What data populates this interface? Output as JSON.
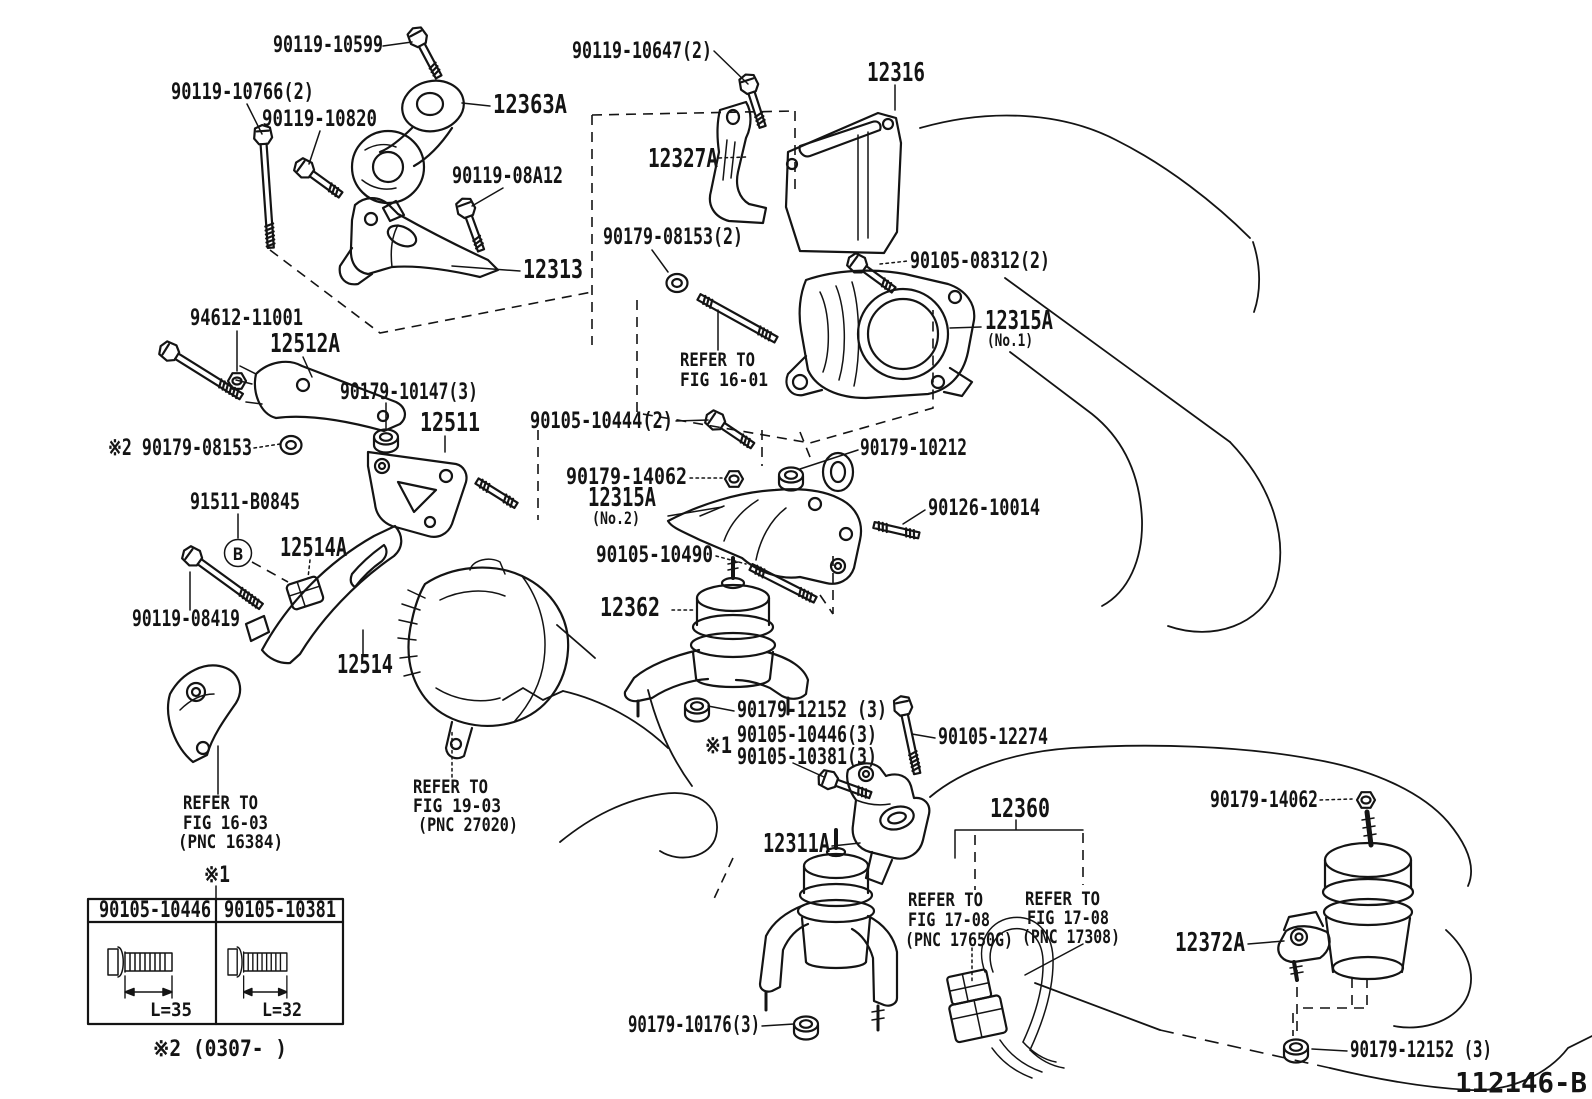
{
  "diagram": {
    "type": "toyota-parts-diagram",
    "subject": "engine mounting",
    "figure_code": "112146-B"
  },
  "labels": [
    {
      "id": "90119-10599",
      "text": "90119-10599"
    },
    {
      "id": "90119-10766",
      "text": "90119-10766(2)"
    },
    {
      "id": "90119-10820",
      "text": "90119-10820"
    },
    {
      "id": "12363A",
      "text": "12363A"
    },
    {
      "id": "90119-08A12",
      "text": "90119-08A12"
    },
    {
      "id": "12313",
      "text": "12313"
    },
    {
      "id": "94612-11001",
      "text": "94612-11001"
    },
    {
      "id": "12512A",
      "text": "12512A"
    },
    {
      "id": "90179-10147",
      "text": "90179-10147(3)"
    },
    {
      "id": "12511",
      "text": "12511"
    },
    {
      "id": "note2-90179-08153",
      "text": "※2 90179-08153"
    },
    {
      "id": "91511-B0845",
      "text": "91511-B0845"
    },
    {
      "id": "circled-b",
      "text": "B"
    },
    {
      "id": "12514A",
      "text": "12514A"
    },
    {
      "id": "90119-08419",
      "text": "90119-08419"
    },
    {
      "id": "12514",
      "text": "12514"
    },
    {
      "id": "ref-1603-1",
      "text": "REFER TO"
    },
    {
      "id": "ref-1603-2",
      "text": "FIG 16-03"
    },
    {
      "id": "ref-1603-3",
      "text": "(PNC 16384)"
    },
    {
      "id": "ref-1903-1",
      "text": "REFER TO"
    },
    {
      "id": "ref-1903-2",
      "text": "FIG 19-03"
    },
    {
      "id": "ref-1903-3",
      "text": "(PNC 27020)"
    },
    {
      "id": "90119-10647",
      "text": "90119-10647(2)"
    },
    {
      "id": "12316",
      "text": "12316"
    },
    {
      "id": "12327A",
      "text": "12327A"
    },
    {
      "id": "90179-08153",
      "text": "90179-08153(2)"
    },
    {
      "id": "90105-08312",
      "text": "90105-08312(2)"
    },
    {
      "id": "12315A-no1",
      "text": "12315A"
    },
    {
      "id": "12315A-no1-sub",
      "text": "(No.1)"
    },
    {
      "id": "ref-1601-1",
      "text": "REFER TO"
    },
    {
      "id": "ref-1601-2",
      "text": "FIG 16-01"
    },
    {
      "id": "90105-10444",
      "text": "90105-10444(2)"
    },
    {
      "id": "90179-10212",
      "text": "90179-10212"
    },
    {
      "id": "90179-14062-mid",
      "text": "90179-14062"
    },
    {
      "id": "12315A-no2",
      "text": "12315A"
    },
    {
      "id": "12315A-no2-sub",
      "text": "(No.2)"
    },
    {
      "id": "90126-10014",
      "text": "90126-10014"
    },
    {
      "id": "90105-10490",
      "text": "90105-10490"
    },
    {
      "id": "12362",
      "text": "12362"
    },
    {
      "id": "90179-12152-mid",
      "text": "90179-12152 (3)"
    },
    {
      "id": "note1-mark",
      "text": "※1"
    },
    {
      "id": "90105-10446",
      "text": "90105-10446(3)"
    },
    {
      "id": "90105-10381",
      "text": "90105-10381(3)"
    },
    {
      "id": "90105-12274",
      "text": "90105-12274"
    },
    {
      "id": "12311A",
      "text": "12311A"
    },
    {
      "id": "12360",
      "text": "12360"
    },
    {
      "id": "ref-1708a-1",
      "text": "REFER TO"
    },
    {
      "id": "ref-1708a-2",
      "text": "FIG 17-08"
    },
    {
      "id": "ref-1708a-3",
      "text": "(PNC 17650G)"
    },
    {
      "id": "ref-1708b-1",
      "text": "REFER TO"
    },
    {
      "id": "ref-1708b-2",
      "text": "FIG 17-08"
    },
    {
      "id": "ref-1708b-3",
      "text": "(PNC 17308)"
    },
    {
      "id": "90179-10176",
      "text": "90179-10176(3)"
    },
    {
      "id": "90179-14062-right",
      "text": "90179-14062"
    },
    {
      "id": "12372A",
      "text": "12372A"
    },
    {
      "id": "90179-12152-right",
      "text": "90179-12152 (3)"
    }
  ],
  "inset_table": {
    "note_above": "※1",
    "columns": [
      {
        "part_no": "90105-10446",
        "length": "L=35"
      },
      {
        "part_no": "90105-10381",
        "length": "L=32"
      }
    ],
    "note_below": "※2 (0307-    )"
  },
  "colors": {
    "ink": "#141414",
    "background": "#ffffff"
  }
}
